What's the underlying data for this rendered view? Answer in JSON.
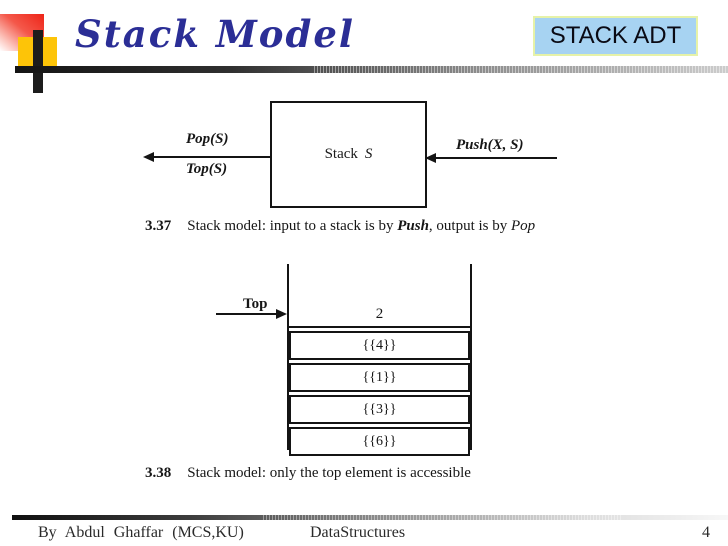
{
  "slide": {
    "title": "Stack Model",
    "badge": "STACK ADT"
  },
  "figure1": {
    "box_label_word": "Stack",
    "box_label_var": "S",
    "pop_label": "Pop(S)",
    "top_label": "Top(S)",
    "push_label": "Push(X, S)"
  },
  "caption1": {
    "number": "3.37",
    "pre": "Stack model: input to a stack is by ",
    "push": "Push",
    "mid": ", output is by ",
    "pop": "Pop"
  },
  "figure2": {
    "top_pointer_label": "Top",
    "top_value": "2",
    "cells": [
      "{{4}}",
      "{{1}}",
      "{{3}}",
      "{{6}}"
    ]
  },
  "caption2": {
    "number": "3.38",
    "text": "Stack model: only the top element is accessible"
  },
  "footer": {
    "author": "By  Abdul  Ghaffar  (MCS,KU)",
    "course": "DataStructures",
    "page": "4"
  },
  "colors": {
    "title": "#2b2e96",
    "badge_bg": "#a7d3f2",
    "badge_border": "#e6f2a8"
  }
}
